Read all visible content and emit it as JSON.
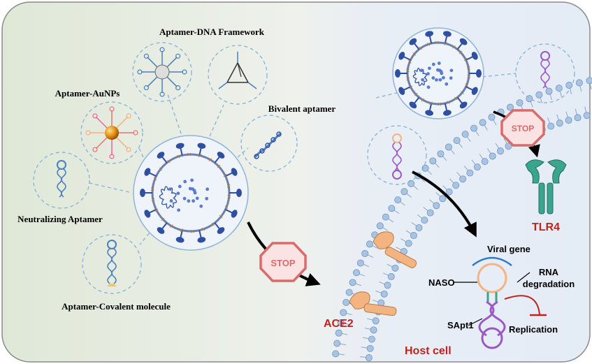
{
  "labels": {
    "dna_framework": "Aptamer-DNA Framework",
    "aunps": "Aptamer-AuNPs",
    "bivalent": "Bivalent aptamer",
    "neutralizing": "Neutralizing Aptamer",
    "covalent": "Aptamer-Covalent molecule",
    "ace2": "ACE2",
    "tlr4": "TLR4",
    "host_cell": "Host cell",
    "viral_gene": "Viral gene",
    "rna_degradation_1": "RNA",
    "rna_degradation_2": "degradation",
    "naso": "NASO",
    "sapt1": "SApt1",
    "replication": "Replication",
    "stop_1": "STOP",
    "stop_2": "STOP"
  },
  "colors": {
    "virus_spike": "#2f4fa3",
    "membrane_head": "#a9c4e3",
    "receptor": "#f3b482",
    "tlr4": "#3aa58e",
    "stop": "#d96b6b",
    "accent_red": "#c0221e",
    "aptamer_purple": "#9b59c6",
    "aptamer_blue": "#4b7fc0"
  }
}
